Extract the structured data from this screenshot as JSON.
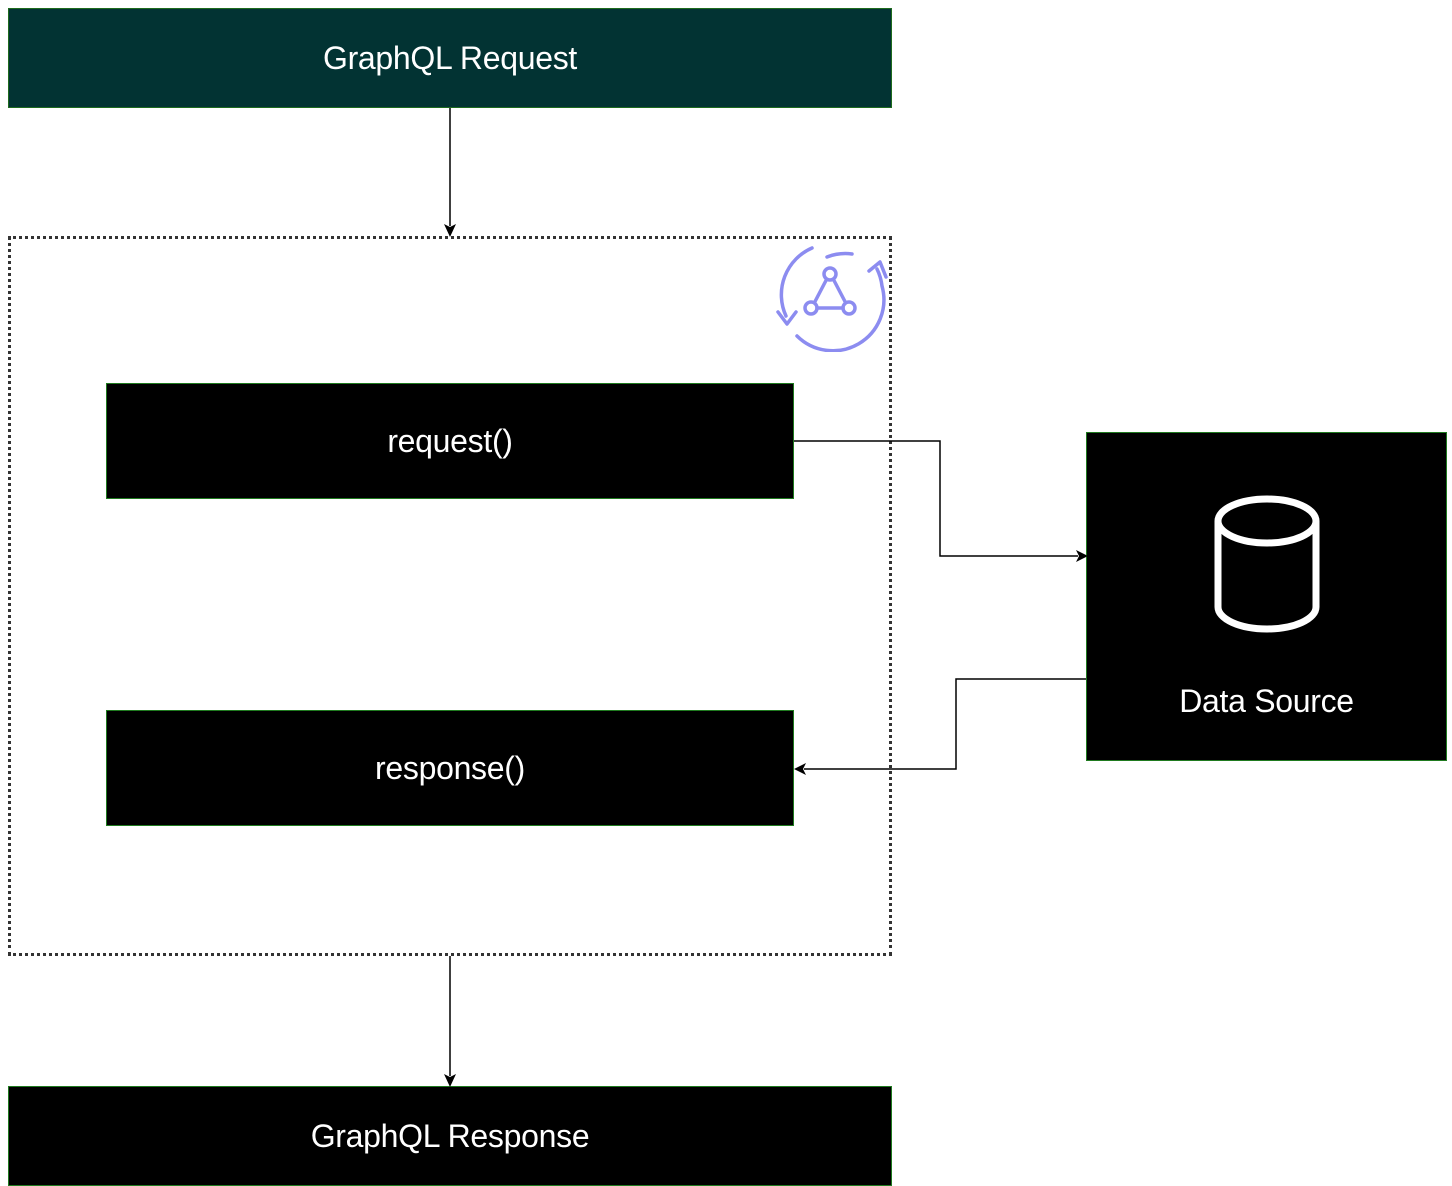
{
  "diagram": {
    "request_box": {
      "label": "GraphQL Request",
      "color": "#023333"
    },
    "resolver": {
      "request_fn": {
        "label": "request()"
      },
      "response_fn": {
        "label": "response()"
      },
      "icon": "appsync-graph-icon",
      "icon_color": "#8c8cf0"
    },
    "data_source": {
      "label": "Data Source",
      "icon": "database-cylinder-icon"
    },
    "response_box": {
      "label": "GraphQL Response",
      "color": "#000000"
    }
  }
}
